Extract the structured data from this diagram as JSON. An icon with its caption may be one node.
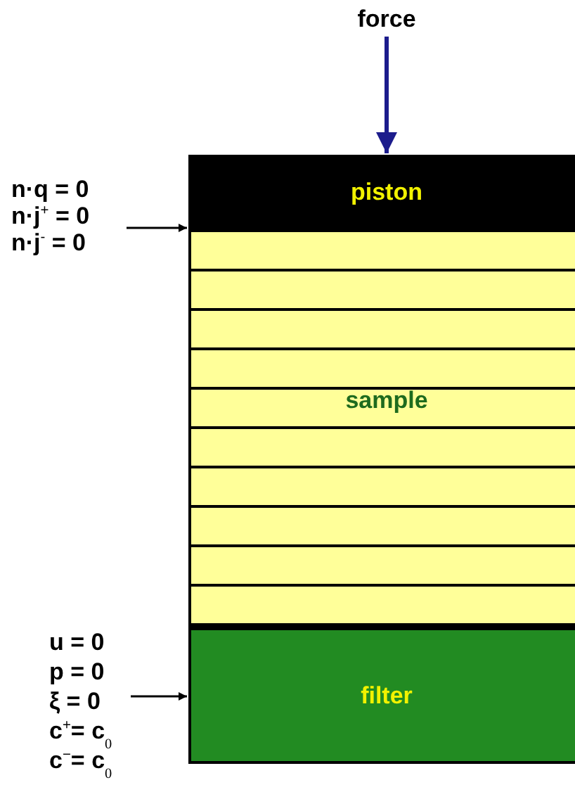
{
  "diagram": {
    "nodes": [
      {
        "text": [
          "force"
        ]
      },
      {
        "text": [
          "piston"
        ]
      },
      {
        "text": [
          "sample"
        ]
      },
      {
        "text": [
          "filter"
        ]
      },
      {
        "text": [
          "n·q = 0",
          "n·j$^{+}$ = 0",
          "n·j$^{-}$ = 0"
        ]
      },
      {
        "text": [
          "u = 0",
          "p = 0",
          "ξ = 0",
          "c$^{+}$= c$_{0}$",
          "c$^{−}$= c$_{0}$"
        ]
      }
    ],
    "edges": [
      {
        "from": 0,
        "to": 1,
        "arrow": "to",
        "color": "#1c1c8c",
        "style": "thick"
      },
      {
        "from": 4,
        "to": 2,
        "arrow": "to"
      },
      {
        "from": 5,
        "to": 3,
        "arrow": "to"
      }
    ]
  }
}
